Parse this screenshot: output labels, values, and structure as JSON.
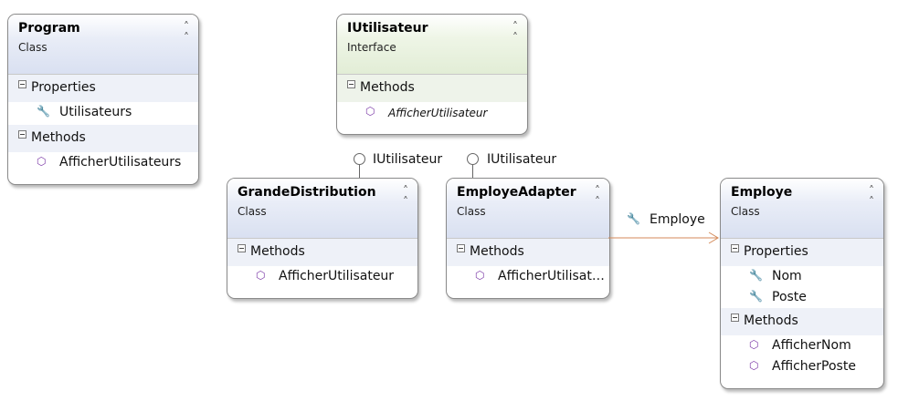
{
  "shapes": {
    "program": {
      "title": "Program",
      "kind": "Class",
      "sections": [
        {
          "label": "Properties",
          "members": [
            {
              "name": "Utilisateurs"
            }
          ]
        },
        {
          "label": "Methods",
          "members": [
            {
              "name": "AfficherUtilisateurs"
            }
          ]
        }
      ]
    },
    "iutilisateur": {
      "title": "IUtilisateur",
      "kind": "Interface",
      "sections": [
        {
          "label": "Methods",
          "members": [
            {
              "name": "AfficherUtilisateur"
            }
          ]
        }
      ]
    },
    "grandedistribution": {
      "title": "GrandeDistribution",
      "kind": "Class",
      "sections": [
        {
          "label": "Methods",
          "members": [
            {
              "name": "AfficherUtilisateur"
            }
          ]
        }
      ]
    },
    "employeadapter": {
      "title": "EmployeAdapter",
      "kind": "Class",
      "sections": [
        {
          "label": "Methods",
          "members": [
            {
              "name": "AfficherUtilisat…"
            }
          ]
        }
      ]
    },
    "employe": {
      "title": "Employe",
      "kind": "Class",
      "sections": [
        {
          "label": "Properties",
          "members": [
            {
              "name": "Nom"
            },
            {
              "name": "Poste"
            }
          ]
        },
        {
          "label": "Methods",
          "members": [
            {
              "name": "AfficherNom"
            },
            {
              "name": "AfficherPoste"
            }
          ]
        }
      ]
    }
  },
  "lollipops": {
    "grandedistribution": "IUtilisateur",
    "employeadapter": "IUtilisateur"
  },
  "association": {
    "label": "Employe",
    "color": "#d48a5a"
  },
  "icons": {
    "collapse": "double-chevron-up-icon",
    "property": "wrench-icon",
    "method": "cube-icon",
    "section_toggle": "minus-box-icon"
  }
}
